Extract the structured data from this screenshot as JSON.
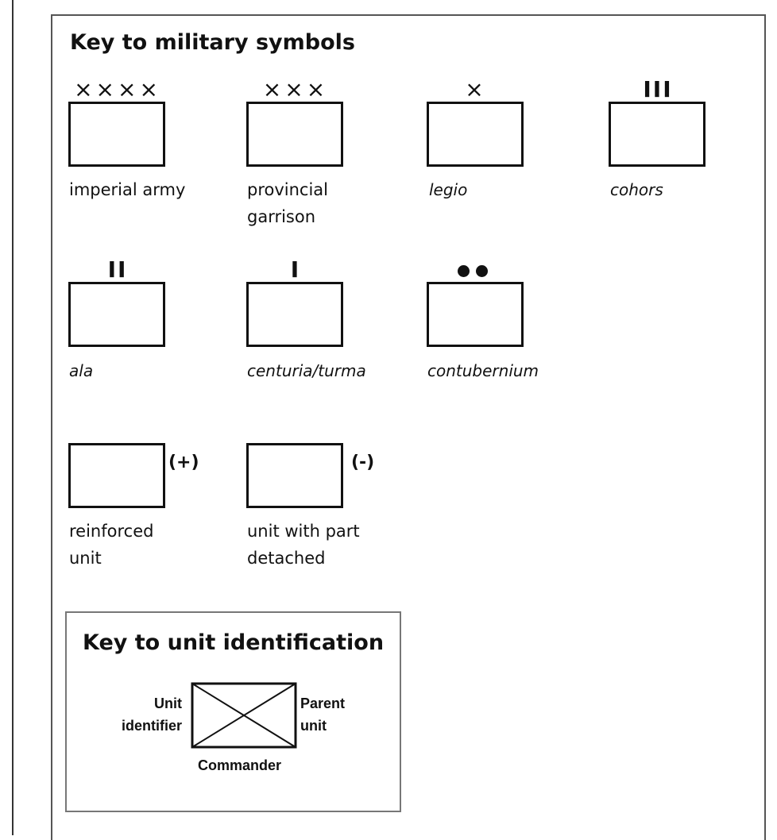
{
  "title": "Key to military symbols",
  "symbols": [
    {
      "mark": "××××",
      "label": "imperial army"
    },
    {
      "mark": "×××",
      "label_line1": "provincial",
      "label_line2": "garrison"
    },
    {
      "mark": "×",
      "label": "legio"
    },
    {
      "mark": "III",
      "label": "cohors"
    },
    {
      "mark": "II",
      "label": "ala"
    },
    {
      "mark": "I",
      "label": "centuria/turma"
    },
    {
      "mark": "●●",
      "label": "contubernium"
    }
  ],
  "modifiers": [
    {
      "sign": "(+)",
      "label_line1": "reinforced",
      "label_line2": "unit"
    },
    {
      "sign": "(-)",
      "label_line1": "unit with part",
      "label_line2": "detached"
    }
  ],
  "unit_identification": {
    "title": "Key to unit identification",
    "left_line1": "Unit",
    "left_line2": "identifier",
    "right_line1": "Parent",
    "right_line2": "unit",
    "bottom": "Commander"
  }
}
